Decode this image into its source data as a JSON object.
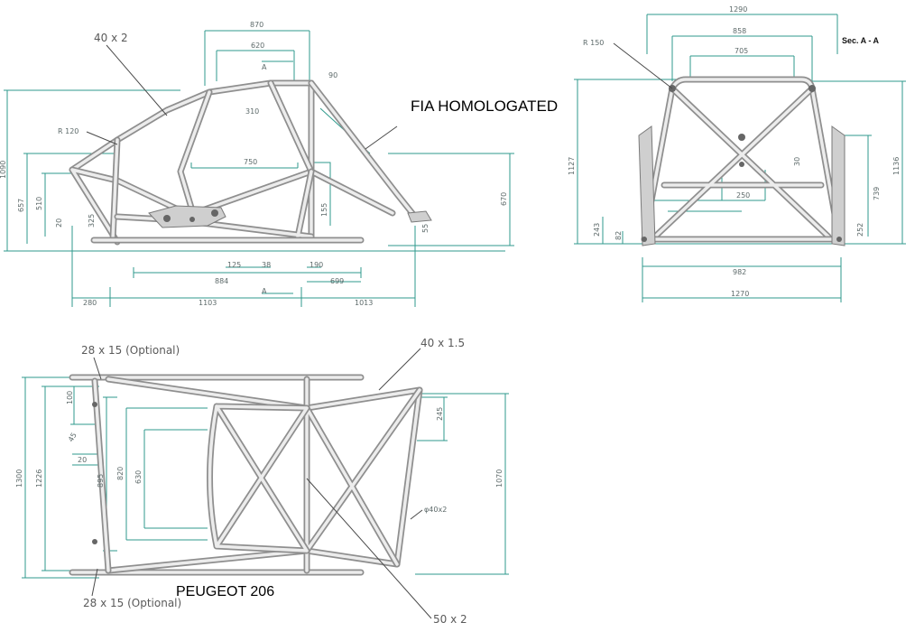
{
  "labels": {
    "fia": "FIA HOMOLOGATED",
    "car": "PEUGEOT 206",
    "section": "Sec. A - A"
  },
  "side_view": {
    "notes": {
      "tube_main": "40 x 2",
      "radius": "R 120"
    },
    "section_marker": "A",
    "dims": {
      "d870": "870",
      "d620": "620",
      "d90": "90",
      "d310": "310",
      "d750": "750",
      "d1090": "1090",
      "d657": "657",
      "d510": "510",
      "d20": "20",
      "d325": "325",
      "d125": "125",
      "d38": "38",
      "d155": "155",
      "d884": "884",
      "d190": "190",
      "d699": "699",
      "d280": "280",
      "d1103": "1103",
      "d1013": "1013",
      "d670": "670",
      "d55": "55"
    }
  },
  "front_view": {
    "notes": {
      "radius": "R 150"
    },
    "dims": {
      "d1290": "1290",
      "d858": "858",
      "d705": "705",
      "d1127": "1127",
      "d1136": "1136",
      "d30": "30",
      "d250": "250",
      "d739": "739",
      "d243": "243",
      "d82": "82",
      "d252": "252",
      "d982": "982",
      "d1270": "1270"
    }
  },
  "top_view": {
    "notes": {
      "optional_top": "28 x 15 (Optional)",
      "optional_bottom": "28 x 15 (Optional)",
      "tube_top": "40 x 1.5",
      "tube_bottom": "50 x 2",
      "pipe": "φ40x2"
    },
    "dims": {
      "d1300": "1300",
      "d1226": "1226",
      "d895": "895",
      "d820": "820",
      "d630": "630",
      "d100": "100",
      "d45": "45",
      "d20": "20",
      "d245": "245",
      "d1070": "1070"
    }
  },
  "colors": {
    "tube": "#8f8f8f",
    "dimension": "#2f9a8c",
    "text": "#5a5a5a"
  }
}
